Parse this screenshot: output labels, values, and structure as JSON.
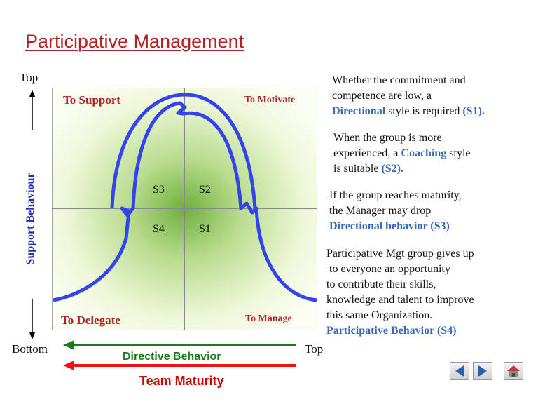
{
  "title": "Participative Management",
  "axes": {
    "top_left": "Top",
    "bottom_left": "Bottom",
    "bottom_right": "Top",
    "y_label": "Support Behaviour",
    "x_label_1": "Directive Behavior",
    "x_label_2": "Team Maturity"
  },
  "quadrants": {
    "top_left": "To Support",
    "top_right": "To Motivate",
    "bottom_left": "To Delegate",
    "bottom_right": "To Manage"
  },
  "styles": {
    "s1": "S1",
    "s2": "S2",
    "s3": "S3",
    "s4": "S4"
  },
  "notes": [
    {
      "parts": [
        {
          "t": "Whether the commitment and\ncompetence are low, a\n"
        },
        {
          "t": "Directional",
          "hl": true
        },
        {
          "t": " style is required "
        },
        {
          "t": "(S1).",
          "hl": true
        }
      ]
    },
    {
      "parts": [
        {
          "t": "When the group is more\nexperienced, a "
        },
        {
          "t": "Coaching",
          "hl": true
        },
        {
          "t": " style\nis suitable "
        },
        {
          "t": "(S2).",
          "hl": true
        }
      ]
    },
    {
      "parts": [
        {
          "t": "If the group reaches maturity,\nthe Manager may drop\n"
        },
        {
          "t": "Directional behavior (S3)",
          "hl": true
        }
      ]
    },
    {
      "parts": [
        {
          "t": "Participative Mgt group gives up\n to everyone an opportunity\nto contribute their skills,\nknowledge and talent to improve\nthis same Organization.\n"
        },
        {
          "t": "Participative Behavior (S4)",
          "hl": true
        }
      ]
    }
  ],
  "nav": {
    "prev": "prev-arrow",
    "next": "next-arrow",
    "home": "home-icon"
  },
  "colors": {
    "curve": "#3344ee",
    "green_arrow": "#1d7a1d",
    "red_arrow": "#ee1111",
    "highlight": "#3a66b8"
  }
}
